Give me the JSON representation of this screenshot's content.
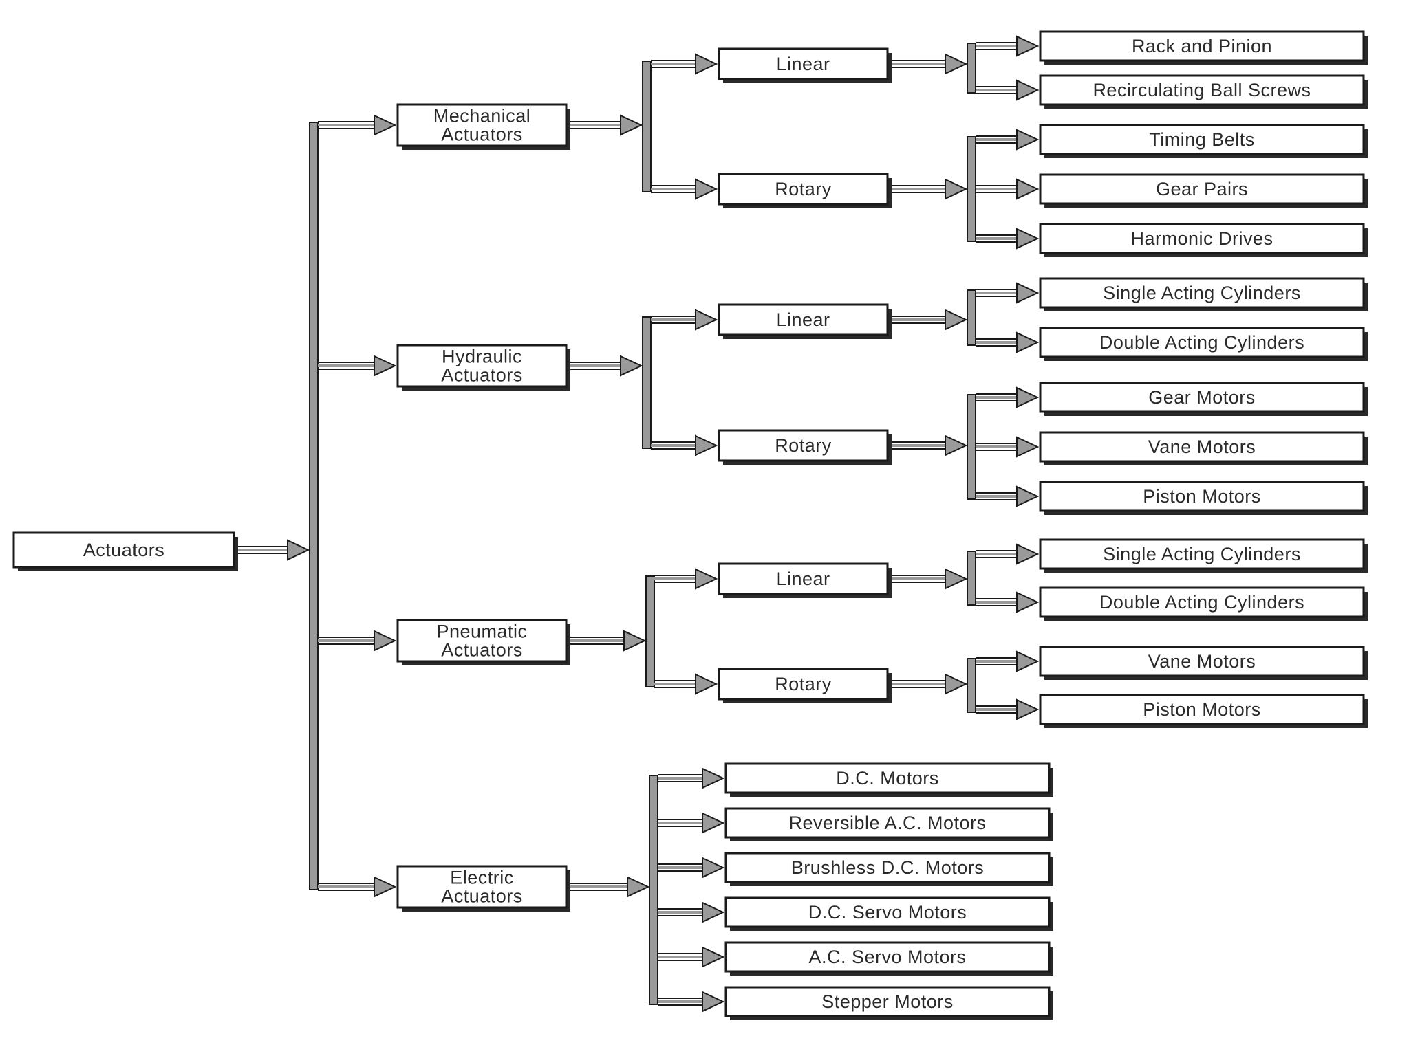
{
  "root": {
    "label": "Actuators"
  },
  "categories": [
    {
      "label": [
        "Mechanical",
        "Actuators"
      ],
      "types": [
        {
          "label": "Linear",
          "items": [
            "Rack and Pinion",
            "Recirculating Ball Screws"
          ]
        },
        {
          "label": "Rotary",
          "items": [
            "Timing Belts",
            "Gear Pairs",
            "Harmonic Drives"
          ]
        }
      ]
    },
    {
      "label": [
        "Hydraulic",
        "Actuators"
      ],
      "types": [
        {
          "label": "Linear",
          "items": [
            "Single Acting Cylinders",
            "Double Acting Cylinders"
          ]
        },
        {
          "label": "Rotary",
          "items": [
            "Gear Motors",
            "Vane Motors",
            "Piston Motors"
          ]
        }
      ]
    },
    {
      "label": [
        "Pneumatic",
        "Actuators"
      ],
      "types": [
        {
          "label": "Linear",
          "items": [
            "Single Acting Cylinders",
            "Double Acting Cylinders"
          ]
        },
        {
          "label": "Rotary",
          "items": [
            "Vane Motors",
            "Piston Motors"
          ]
        }
      ]
    },
    {
      "label": [
        "Electric",
        "Actuators"
      ],
      "items": [
        "D.C. Motors",
        "Reversible A.C. Motors",
        "Brushless D.C. Motors",
        "D.C. Servo Motors",
        "A.C. Servo Motors",
        "Stepper Motors"
      ]
    }
  ],
  "colors": {
    "stroke": "#1a1a1a",
    "connector_fill": "#9a9a9a",
    "text": "#2a2a2a",
    "box_fill": "#ffffff"
  }
}
